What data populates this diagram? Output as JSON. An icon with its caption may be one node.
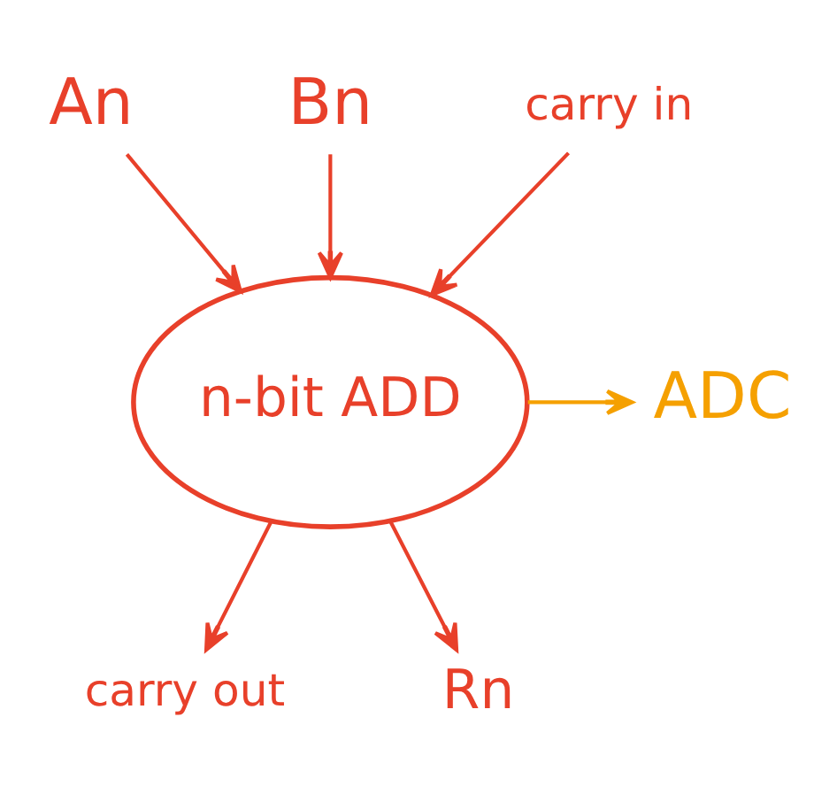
{
  "diagram": {
    "nodes": [
      {
        "text": [
          "An"
        ]
      },
      {
        "text": [
          "Bn"
        ]
      },
      {
        "text": [
          "carry in"
        ]
      },
      {
        "text": [
          "n-bit ADD"
        ]
      },
      {
        "text": [
          "ADC"
        ]
      },
      {
        "text": [
          "carry out"
        ]
      },
      {
        "text": [
          "Rn"
        ]
      }
    ],
    "edges": [
      {
        "from": 0,
        "to": 3,
        "arrow": "to"
      },
      {
        "from": 1,
        "to": 3,
        "arrow": "to"
      },
      {
        "from": 2,
        "to": 3,
        "arrow": "to"
      },
      {
        "from": 3,
        "to": 4,
        "arrow": "to",
        "color": "#f5a000"
      },
      {
        "from": 3,
        "to": 5,
        "arrow": "to"
      },
      {
        "from": 3,
        "to": 6,
        "arrow": "to"
      }
    ]
  }
}
